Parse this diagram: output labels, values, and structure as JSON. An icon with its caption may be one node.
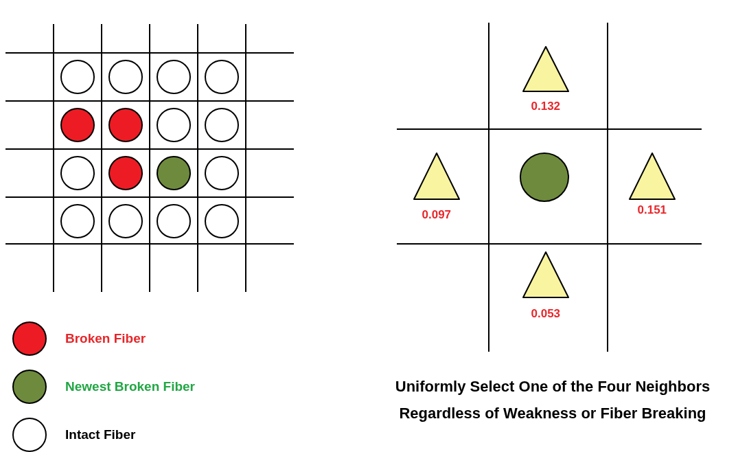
{
  "diagram": {
    "caption": "Uniformly Select One of the Four Neighbors Regardless of Weakness or Fiber Breaking",
    "labels": [
      "0.132",
      "0.097",
      "0.151",
      "0.053"
    ],
    "legend": [
      {
        "text": "Broken Fiber",
        "color": "#ed1c24"
      },
      {
        "text": "Newest Broken Fiber",
        "color": "#6e8b3d"
      },
      {
        "text": "Intact Fiber",
        "color": "#ffffff"
      }
    ]
  }
}
